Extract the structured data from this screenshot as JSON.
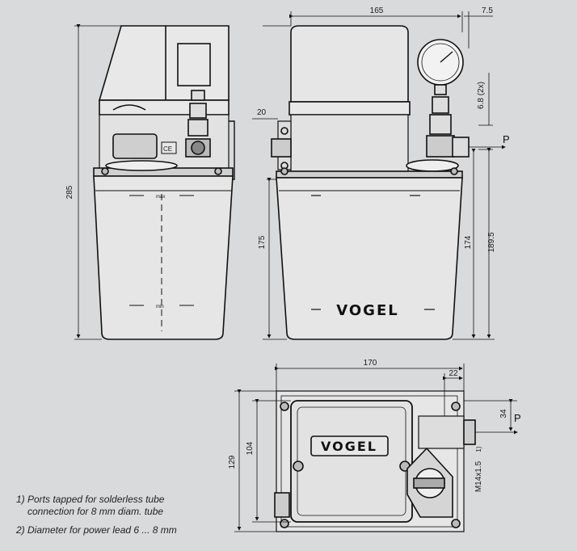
{
  "dimensions": {
    "width_165": "165",
    "offset_7_5": "7.5",
    "height_285": "285",
    "port_20": "20",
    "diameter_6_8": "6.8 (2x)",
    "height_175": "175",
    "height_174": "174",
    "height_189_5": "189.5",
    "width_170": "170",
    "offset_22": "22",
    "offset_34": "34",
    "depth_104": "104",
    "depth_129": "129",
    "thread": "M14x1.5",
    "thread_note": "1)"
  },
  "labels": {
    "pressure_port_front": "P",
    "pressure_port_top": "P",
    "brand_front": "VOGEL",
    "brand_top": "VOGEL",
    "ce_mark": "CE",
    "level_max": "max",
    "level_min": "min"
  },
  "notes": {
    "note1_line1": "1) Ports tapped for solderless tube",
    "note1_line2": "connection for 8 mm diam. tube",
    "note2": "2) Diameter for power lead 6 ... 8 mm"
  }
}
